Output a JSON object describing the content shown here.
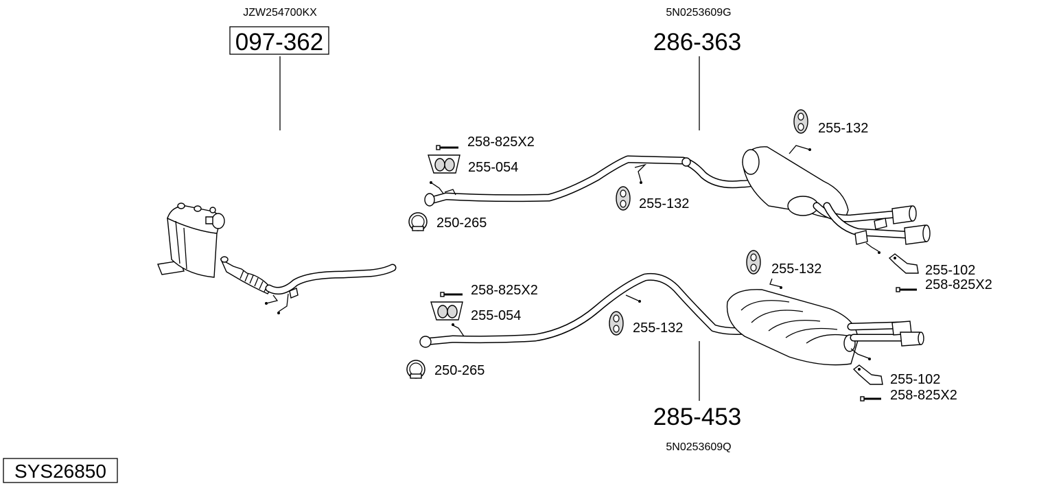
{
  "system_code": "SYS26850",
  "assemblies": [
    {
      "oe": "JZW254700KX",
      "part": "097-362",
      "boxed": true
    },
    {
      "oe": "5N0253609G",
      "part": "286-363",
      "boxed": false
    },
    {
      "oe": "5N0253609Q",
      "part": "285-453",
      "boxed": false
    }
  ],
  "upper_parts": {
    "bolt_left": "258-825X2",
    "hanger_left": "255-054",
    "clamp": "250-265",
    "rubber_mid": "255-132",
    "rubber_top_right": "255-132",
    "bracket_right": "255-102",
    "bolt_right": "258-825X2"
  },
  "lower_parts": {
    "bolt_left": "258-825X2",
    "hanger_left": "255-054",
    "clamp": "250-265",
    "rubber_mid": "255-132",
    "rubber_top_right": "255-132",
    "bracket_right": "255-102",
    "bolt_right": "258-825X2"
  }
}
